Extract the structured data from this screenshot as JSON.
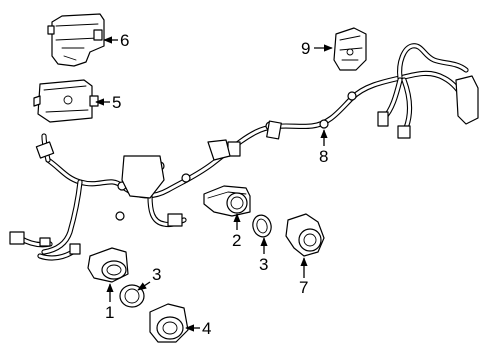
{
  "diagram": {
    "callouts": [
      {
        "id": "1",
        "label": "1"
      },
      {
        "id": "2",
        "label": "2"
      },
      {
        "id": "3a",
        "label": "3"
      },
      {
        "id": "3b",
        "label": "3"
      },
      {
        "id": "4",
        "label": "4"
      },
      {
        "id": "5",
        "label": "5"
      },
      {
        "id": "6",
        "label": "6"
      },
      {
        "id": "7",
        "label": "7"
      },
      {
        "id": "8",
        "label": "8"
      },
      {
        "id": "9",
        "label": "9"
      }
    ]
  }
}
